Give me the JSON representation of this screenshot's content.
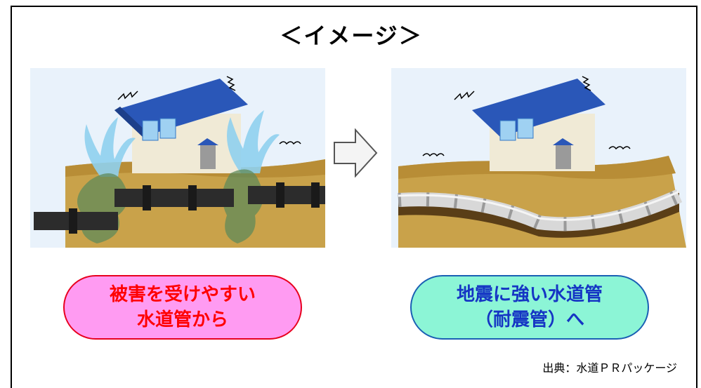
{
  "title": "＜イメージ＞",
  "scenes": {
    "before": {
      "icon": "damaged-pipe-house-illustration"
    },
    "after": {
      "icon": "quake-resistant-pipe-house-illustration"
    }
  },
  "arrow_icon": "right-arrow-icon",
  "left_label": {
    "line1": "被害を受けやすい",
    "line2": "水道管から"
  },
  "right_label": {
    "line1": "地震に強い水道管",
    "line2": "（耐震管）へ"
  },
  "source": "出典：水道ＰＲパッケージ",
  "colors": {
    "left_fill": "#ff9bf2",
    "left_text": "#ff0000",
    "right_fill": "#8cf5d6",
    "right_text": "#1535c4"
  }
}
